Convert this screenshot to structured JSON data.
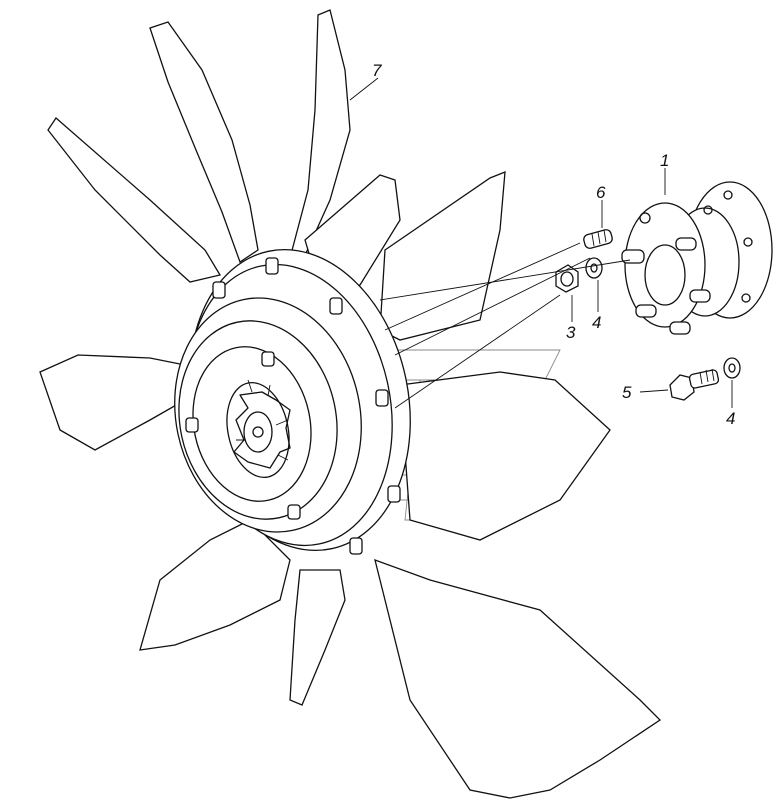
{
  "callouts": [
    {
      "id": "1",
      "label": "1"
    },
    {
      "id": "3",
      "label": "3"
    },
    {
      "id": "4a",
      "label": "4"
    },
    {
      "id": "4b",
      "label": "4"
    },
    {
      "id": "5",
      "label": "5"
    },
    {
      "id": "6",
      "label": "6"
    },
    {
      "id": "7",
      "label": "7"
    }
  ],
  "colors": {
    "line": "#111111",
    "background": "#ffffff",
    "watermark": "#8a8a8a"
  }
}
